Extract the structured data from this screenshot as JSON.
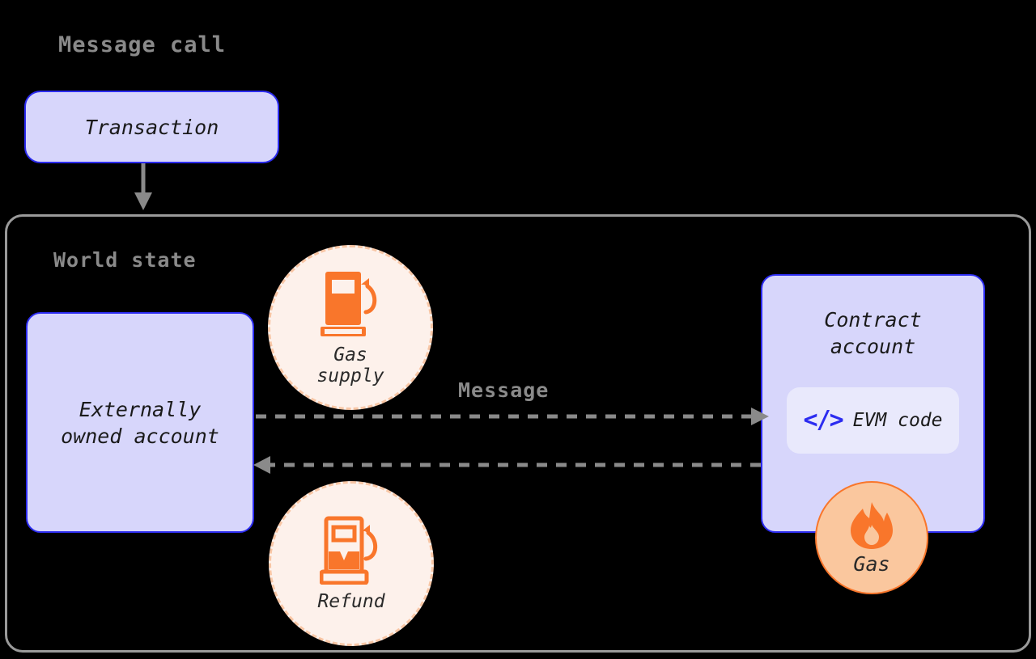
{
  "diagram": {
    "title_message_call": "Message call",
    "title_world_state": "World state",
    "title_message": "Message"
  },
  "nodes": {
    "transaction": {
      "label": "Transaction"
    },
    "externally_owned_account": {
      "line1": "Externally",
      "line2": "owned account"
    },
    "contract_account": {
      "line1": "Contract",
      "line2": "account",
      "evm_code_label": "EVM code",
      "code_glyph": "</>"
    }
  },
  "badges": {
    "gas_supply": {
      "line1": "Gas",
      "line2": "supply",
      "icon": "fuel-pump-full-icon"
    },
    "refund": {
      "line1": "Refund",
      "line2": "",
      "icon": "fuel-pump-partial-icon"
    },
    "gas_flame": {
      "label": "Gas",
      "icon": "flame-icon"
    }
  },
  "arrows": {
    "transaction_to_world_state": {
      "direction": "down"
    },
    "eoa_to_contract": {
      "direction": "right",
      "style": "dashed",
      "label": "Message"
    },
    "contract_to_eoa": {
      "direction": "left",
      "style": "dashed"
    }
  },
  "colors": {
    "background": "#000000",
    "node_fill": "#D7D6FB",
    "node_border": "#2C2CF0",
    "evm_pill_fill": "#E9E9FC",
    "gas_circle_fill": "#FDF1EB",
    "gas_circle_border": "#F8C6A5",
    "flame_badge_fill": "#FAC79E",
    "flame_badge_border": "#F9762B",
    "orange_icon": "#F9762B",
    "arrow_gray": "#8a8a8a",
    "container_border": "#9a9a9a",
    "heading_gray": "#8a8a8a"
  }
}
